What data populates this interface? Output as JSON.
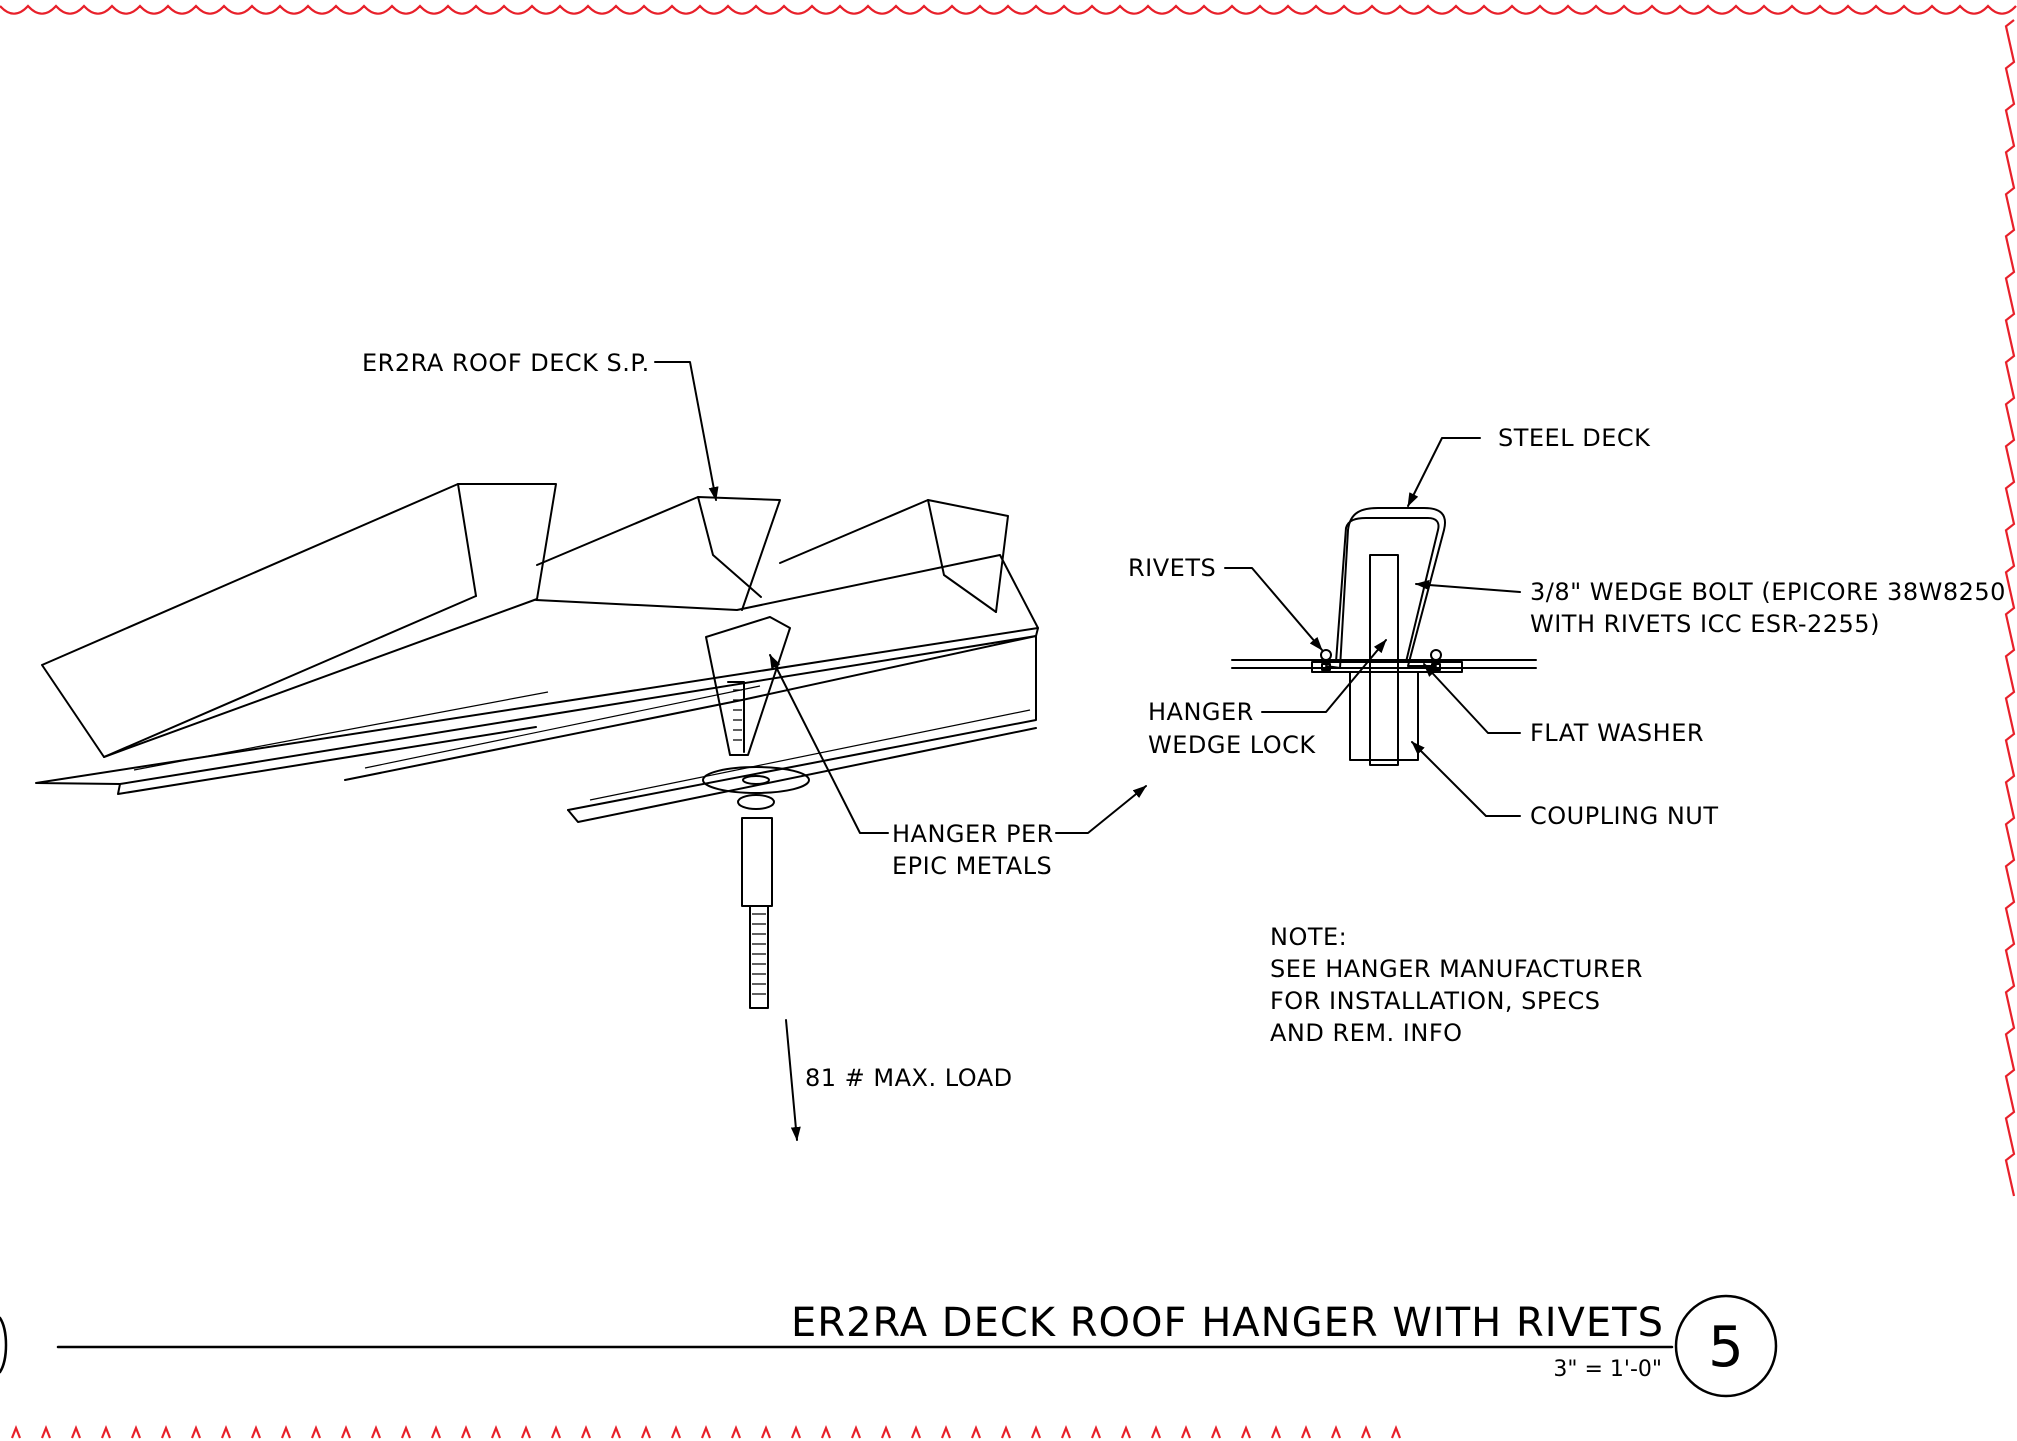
{
  "detail": {
    "title": "ER2RA DECK ROOF HANGER WITH RIVETS",
    "scale": "3\" = 1'-0\"",
    "number": "5"
  },
  "isometric_view": {
    "deck_label": "ER2RA ROOF DECK S.P.",
    "hanger_label_line1": "HANGER PER",
    "hanger_label_line2": "EPIC METALS",
    "load_label": "81 # MAX. LOAD"
  },
  "section_view": {
    "steel_deck": "STEEL DECK",
    "rivets": "RIVETS",
    "wedge_bolt_line1": "3/8\" WEDGE BOLT (EPICORE 38W8250",
    "wedge_bolt_line2": "WITH RIVETS ICC ESR-2255)",
    "hanger_wedge_lock_line1": "HANGER",
    "hanger_wedge_lock_line2": "WEDGE LOCK",
    "flat_washer": "FLAT WASHER",
    "coupling_nut": "COUPLING NUT"
  },
  "note": {
    "heading": "NOTE:",
    "line1": "SEE HANGER MANUFACTURER",
    "line2": "FOR INSTALLATION, SPECS",
    "line3": "AND REM. INFO"
  },
  "colors": {
    "revision_cloud": "#e8202a",
    "linework": "#000000"
  }
}
